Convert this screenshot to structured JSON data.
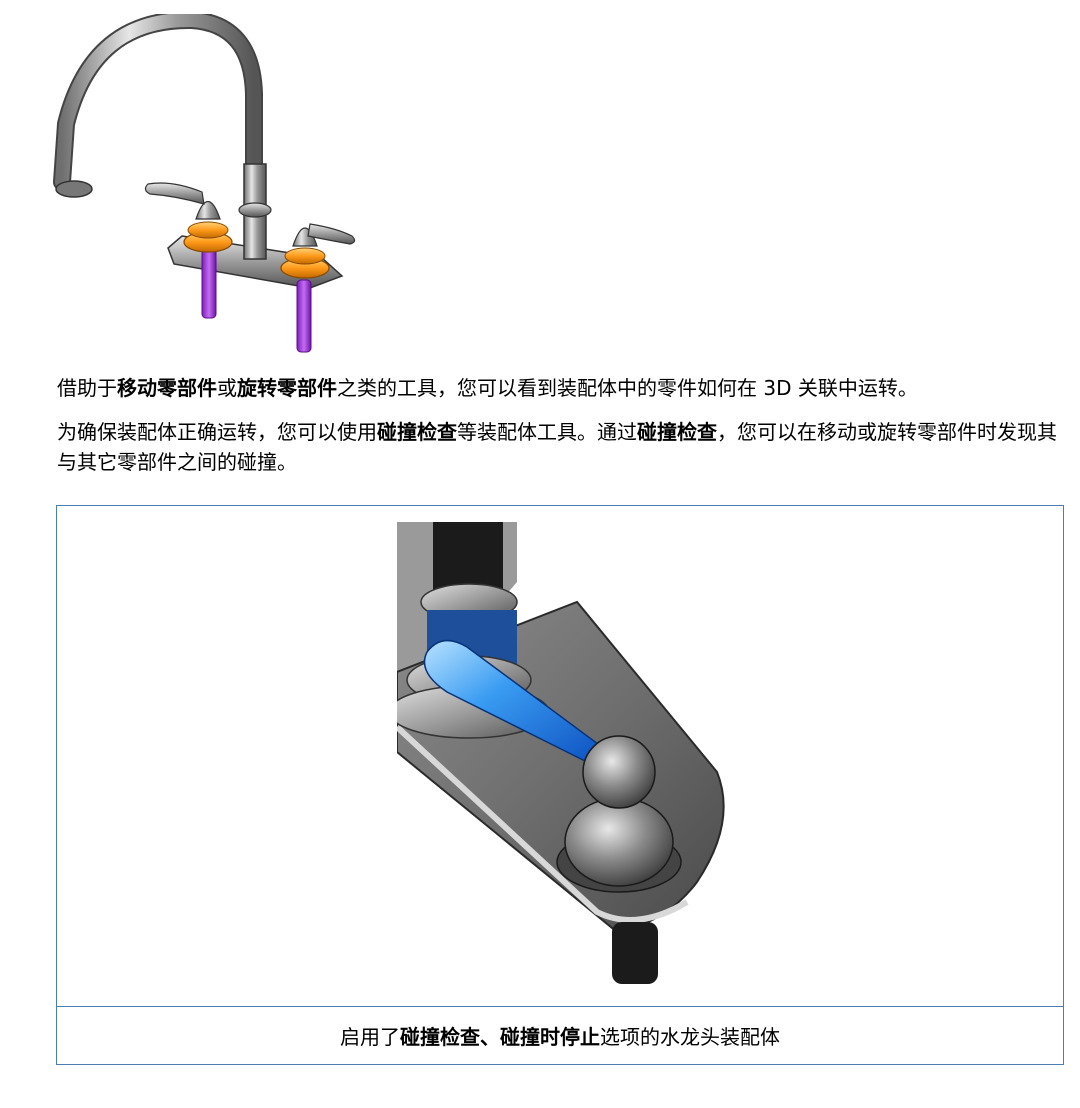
{
  "intro": {
    "p1_a": "借助于",
    "p1_b1": "移动零部件",
    "p1_c": "或",
    "p1_b2": "旋转零部件",
    "p1_d": "之类的工具，您可以看到装配体中的零件如何在 3D 关联中运转。"
  },
  "collision": {
    "p2_a": "为确保装配体正确运转，您可以使用",
    "p2_b1": "碰撞检查",
    "p2_c": "等装配体工具。通过",
    "p2_b2": "碰撞检查",
    "p2_d": "，您可以在移动或旋转零部件时发现其与其它零部件之间的碰撞。"
  },
  "figure": {
    "caption_a": "启用了",
    "caption_b1": "碰撞检查",
    "caption_sep": "、",
    "caption_b2": "碰撞时停止",
    "caption_c": "选项的水龙头装配体"
  },
  "colors": {
    "highlight_orange": "#ff9a1a",
    "highlight_purple": "#a23be0",
    "selected_blue": "#1e74e6",
    "frame_border": "#4a7db0"
  }
}
